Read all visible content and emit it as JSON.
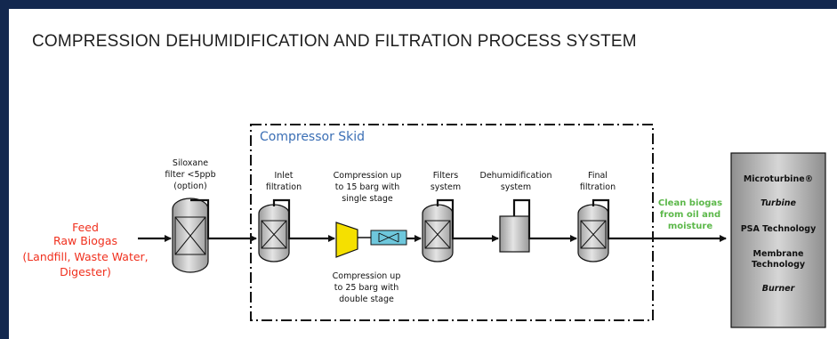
{
  "title": "COMPRESSION DEHUMIDIFICATION AND FILTRATION PROCESS SYSTEM",
  "skid_label": "Compressor Skid",
  "feed": [
    "Feed",
    "Raw Biogas",
    "(Landfill, Waste Water,",
    "Digester)"
  ],
  "siloxane": [
    "Siloxane",
    "filter <5ppb",
    "(option)"
  ],
  "inlet": [
    "Inlet",
    "filtration"
  ],
  "compression_single": [
    "Compression up",
    "to 15 barg with",
    "single stage"
  ],
  "compression_double": [
    "Compression up",
    "to 25 barg with",
    "double stage"
  ],
  "filters": [
    "Filters",
    "system"
  ],
  "dehumid": [
    "Dehumidification",
    "system"
  ],
  "final": [
    "Final",
    "filtration"
  ],
  "clean": [
    "Clean biogas",
    "from oil and",
    "moisture"
  ],
  "end_uses": [
    "Microturbine®",
    "Turbine",
    "PSA Technology",
    "Membrane",
    "Technology",
    "Burner"
  ],
  "colors": {
    "frame": "#13284f",
    "feed": "#f0301e",
    "clean": "#5cb84a",
    "skid": "#3b6fb5",
    "compressor": "#f5e000",
    "cooler": "#6ec7dc"
  }
}
